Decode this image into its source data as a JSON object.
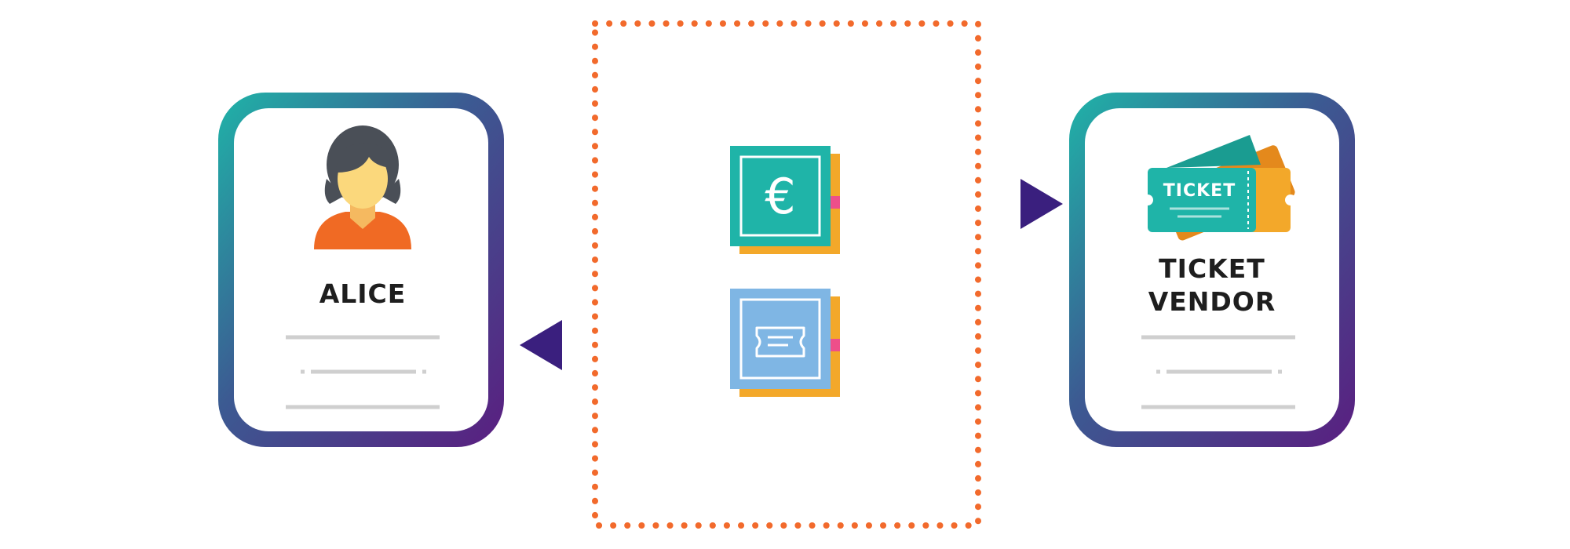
{
  "diagram": {
    "parties": {
      "left": {
        "label": "ALICE",
        "icon": "person-icon"
      },
      "right": {
        "label_line1": "TICKET",
        "label_line2": "VENDOR",
        "icon": "ticket-stub-icon",
        "ticket_text": "TICKET"
      }
    },
    "exchange": {
      "payment": {
        "icon": "euro-note-icon",
        "symbol": "€",
        "direction": "left-to-right"
      },
      "ticket": {
        "icon": "ticket-card-icon",
        "direction": "right-to-left"
      }
    },
    "colors": {
      "card_gradient_top": "#1fb4a8",
      "card_gradient_mid": "#3c5a92",
      "card_gradient_bottom": "#5a1e80",
      "arrow_dark": "#2a1666",
      "arrow_light": "#6a34a4",
      "dotted_border": "#f26a2c",
      "euro_card": "#1fb4a8",
      "ticket_card": "#7fb6e4",
      "card_shadow": "#f3a82a",
      "accent_pink": "#ee4f8a",
      "person_shirt": "#f06a24",
      "person_skin": "#fbd87c",
      "person_hair": "#4a4f57",
      "placeholder_line": "#cfcfcf"
    }
  }
}
